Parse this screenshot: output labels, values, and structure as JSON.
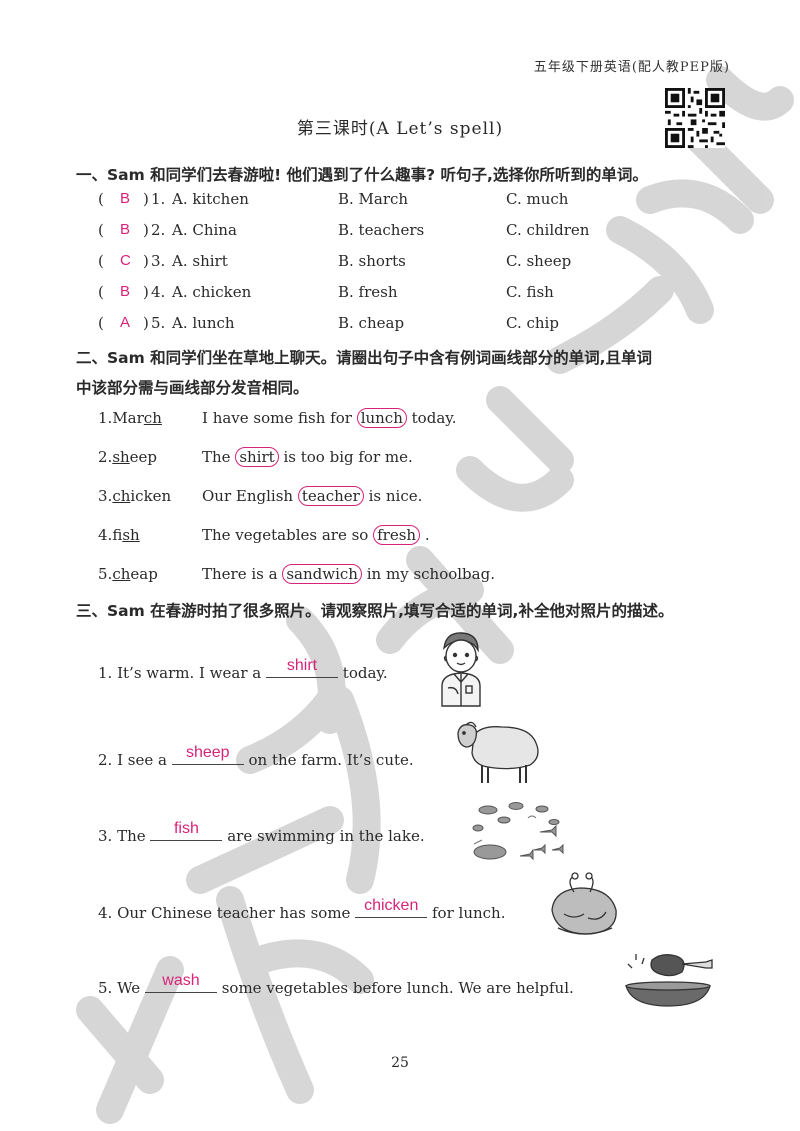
{
  "header": {
    "book": "五年级下册英语(配人教PEP版)"
  },
  "lesson_title": "第三课时(A Let’s spell)",
  "section1": {
    "title": "一、Sam 和同学们去春游啦! 他们遇到了什么趣事? 听句子,选择你所听到的单词。",
    "items": [
      {
        "open": "(",
        "answer": "B",
        "close": ")",
        "num": "1.",
        "a": "A. kitchen",
        "b": "B. March",
        "c": "C. much"
      },
      {
        "open": "(",
        "answer": "B",
        "close": ")",
        "num": "2.",
        "a": "A. China",
        "b": "B. teachers",
        "c": "C. children"
      },
      {
        "open": "(",
        "answer": "C",
        "close": ")",
        "num": "3.",
        "a": "A. shirt",
        "b": "B. shorts",
        "c": "C. sheep"
      },
      {
        "open": "(",
        "answer": "B",
        "close": ")",
        "num": "4.",
        "a": "A. chicken",
        "b": "B. fresh",
        "c": "C. fish"
      },
      {
        "open": "(",
        "answer": "A",
        "close": ")",
        "num": "5.",
        "a": "A. lunch",
        "b": "B. cheap",
        "c": "C. chip"
      }
    ]
  },
  "section2": {
    "title_line1": "二、Sam 和同学们坐在草地上聊天。请圈出句子中含有例词画线部分的单词,且单词",
    "title_line2": "中该部分需与画线部分发音相同。",
    "items": [
      {
        "num": "1.",
        "pre": "Mar",
        "ul": "ch",
        "post": "",
        "s_pre": "I have some fish for",
        "circled": "lunch",
        "s_post": "today."
      },
      {
        "num": "2.",
        "pre": "",
        "ul": "sh",
        "post": "eep",
        "s_pre": "The",
        "circled": "shirt",
        "s_post": "is too big for me."
      },
      {
        "num": "3.",
        "pre": "",
        "ul": "ch",
        "post": "icken",
        "s_pre": "Our English",
        "circled": "teacher",
        "s_post": "is nice."
      },
      {
        "num": "4.",
        "pre": "fi",
        "ul": "sh",
        "post": "",
        "s_pre": "The vegetables are so",
        "circled": "fresh",
        "s_post": "."
      },
      {
        "num": "5.",
        "pre": "",
        "ul": "ch",
        "post": "eap",
        "s_pre": "There is a",
        "circled": "sandwich",
        "s_post": "in my schoolbag."
      }
    ]
  },
  "section3": {
    "title": "三、Sam 在春游时拍了很多照片。请观察照片,填写合适的单词,补全他对照片的描述。",
    "items": [
      {
        "num": "1.",
        "pre": "It’s warm. I wear a",
        "answer": "shirt",
        "post": "today.",
        "picture": "boy-in-shirt"
      },
      {
        "num": "2.",
        "pre": "I see a",
        "answer": "sheep",
        "post": "on the farm. It’s cute.",
        "picture": "sheep"
      },
      {
        "num": "3.",
        "pre": "The",
        "answer": "fish",
        "post": "are swimming in the lake.",
        "picture": "fish-in-lake"
      },
      {
        "num": "4.",
        "pre": "Our Chinese teacher has some",
        "answer": "chicken",
        "post": "for lunch.",
        "picture": "roast-chicken"
      },
      {
        "num": "5.",
        "pre": "We",
        "answer": "wash",
        "post": "some vegetables before lunch. We are helpful.",
        "picture": "washing-vegetables"
      }
    ]
  },
  "page_number": "25",
  "colors": {
    "answer": "#d6247a",
    "watermark": "#c8c8c8",
    "text": "#2a2a2a"
  }
}
